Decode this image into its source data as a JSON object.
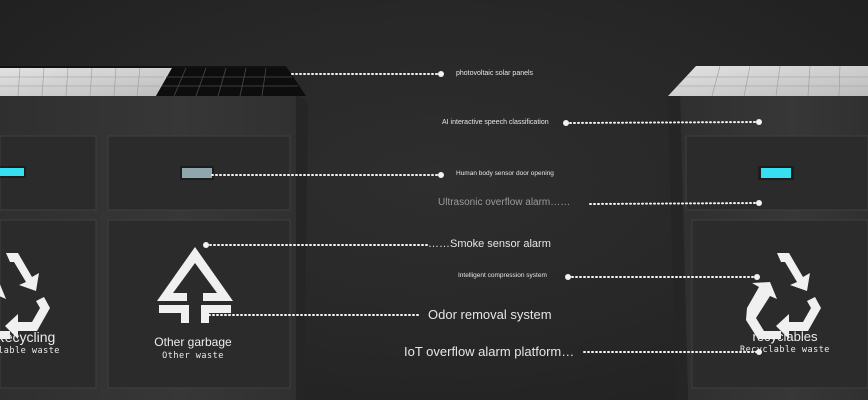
{
  "feature_labels": [
    {
      "key": "solar",
      "text": "photovoltaic solar panels"
    },
    {
      "key": "speech",
      "text": "AI interactive speech classification"
    },
    {
      "key": "human",
      "text": "Human body sensor door opening"
    },
    {
      "key": "ultrasonic",
      "text": "Ultrasonic overflow alarm"
    },
    {
      "key": "smoke",
      "text": "Smoke sensor alarm"
    },
    {
      "key": "compression",
      "text": "Intelligent compression system"
    },
    {
      "key": "odor",
      "text": "Odor removal system"
    },
    {
      "key": "iot",
      "text": "IoT overflow alarm platform"
    }
  ],
  "bins": {
    "left_partial": {
      "title": "Recycling",
      "subtitle": "Recyclable waste"
    },
    "center": {
      "title": "Other garbage",
      "subtitle": "Other waste"
    },
    "right": {
      "title": "recyclables",
      "subtitle": "Recyclable waste"
    }
  },
  "colors": {
    "background": "#262626",
    "cabinet": "#343434",
    "panel": "#2c2c2c",
    "indicator": "#36e0f0",
    "solar_dark": "#0c0c0c",
    "solar_light": "#d9d9d9",
    "callout_line": "#f2f2f2"
  },
  "icons": [
    "recycle-arrows-icon",
    "other-garbage-icon",
    "recycle-arrows-icon"
  ]
}
